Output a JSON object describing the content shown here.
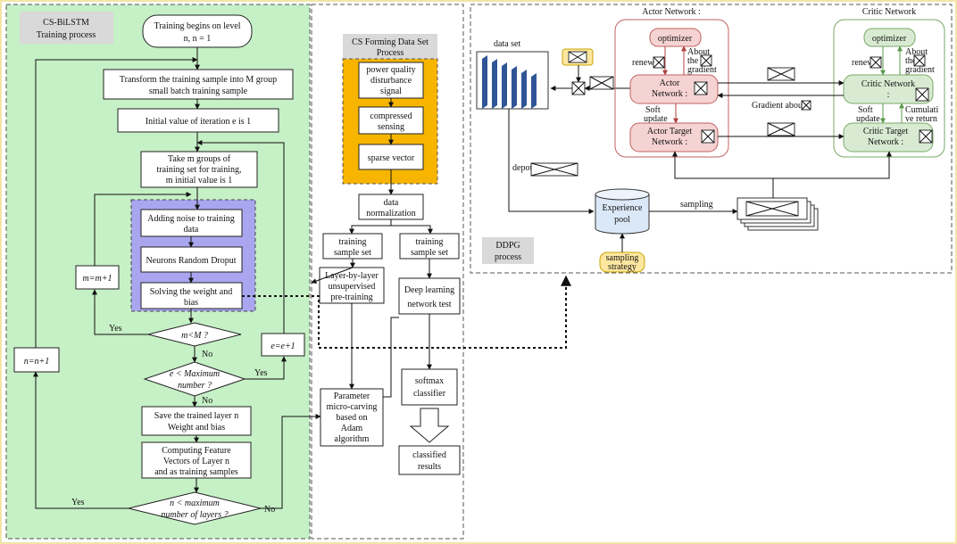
{
  "colors": {
    "green_panel": "#c6f0c6",
    "purple_panel": "#a9a6ef",
    "orange_panel": "#f7b500",
    "yellow_fill": "#fde7a0",
    "actor_fill": "#f6d3d3",
    "actor_border": "#c06060",
    "critic_fill": "#d8ebd2",
    "critic_border": "#78a868",
    "gray_label": "#d9d9d9",
    "stack_blue": "#2f5597"
  },
  "left": {
    "title": [
      "CS-BiLSTM",
      "Training process"
    ],
    "start": [
      "Training begins on level",
      "n, n = 1"
    ],
    "transform": [
      "Transform the training sample into M group",
      "small batch training sample"
    ],
    "init_e": "Initial value of iteration e is 1",
    "take_m": [
      "Take m groups of",
      "training set for training,",
      "m initial value is 1"
    ],
    "noise": [
      "Adding noise to training",
      "data"
    ],
    "dropout": "Neurons Random Droput",
    "solve": [
      "Solving the weight and",
      "bias"
    ],
    "m_inc": "m=m+1",
    "e_inc": "e=e+1",
    "n_inc": "n=n+1",
    "cond_m": "m<M ?",
    "cond_e": [
      "e < Maximum",
      "number ?"
    ],
    "save": [
      "Save the trained layer n",
      "Weight and bias"
    ],
    "compute": [
      "Computing Feature",
      "Vectors of Layer n",
      "and as training samples"
    ],
    "cond_n": [
      "n < maximum",
      "number of layers ?"
    ],
    "yes": "Yes",
    "no": "No"
  },
  "middle": {
    "title": [
      "CS Forming Data Set",
      "Process"
    ],
    "pq": [
      "power quality",
      "disturbance",
      "signal"
    ],
    "cs": [
      "compressed",
      "sensing"
    ],
    "sparse": "sparse vector",
    "norm": [
      "data",
      "normalization"
    ],
    "train_set": [
      "training",
      "sample set"
    ],
    "layer": [
      "Layer-by-layer",
      "unsupervised",
      "pre-training"
    ],
    "deep_test": [
      "Deep learning",
      "network test"
    ],
    "param": [
      "Parameter",
      "micro-carving",
      "based on",
      "Adam",
      "algorithm"
    ],
    "softmax": [
      "softmax",
      "classifier"
    ],
    "classified": [
      "classified",
      "results"
    ]
  },
  "right": {
    "actor_title": "Actor Network :",
    "critic_title": "Critic Network",
    "data_set": "data set",
    "optimizer": "optimizer",
    "renew": "renew",
    "about_grad": [
      "About",
      "the",
      "gradient"
    ],
    "actor_net": [
      "Actor",
      "Network :"
    ],
    "soft_update": [
      "Soft",
      "update"
    ],
    "actor_target": [
      "Actor Target",
      "Network :"
    ],
    "critic_net": [
      "Critic Network",
      ":"
    ],
    "gradient_about": "Gradient about",
    "cumulative": [
      "Cumulati",
      "ve return"
    ],
    "critic_target": [
      "Critic Target",
      "Network :"
    ],
    "depot": "depot",
    "experience": [
      "Experience",
      "pool"
    ],
    "sampling": "sampling",
    "sampling_strategy": [
      "sampling",
      "strategy"
    ],
    "ddpg": [
      "DDPG",
      "process"
    ]
  }
}
